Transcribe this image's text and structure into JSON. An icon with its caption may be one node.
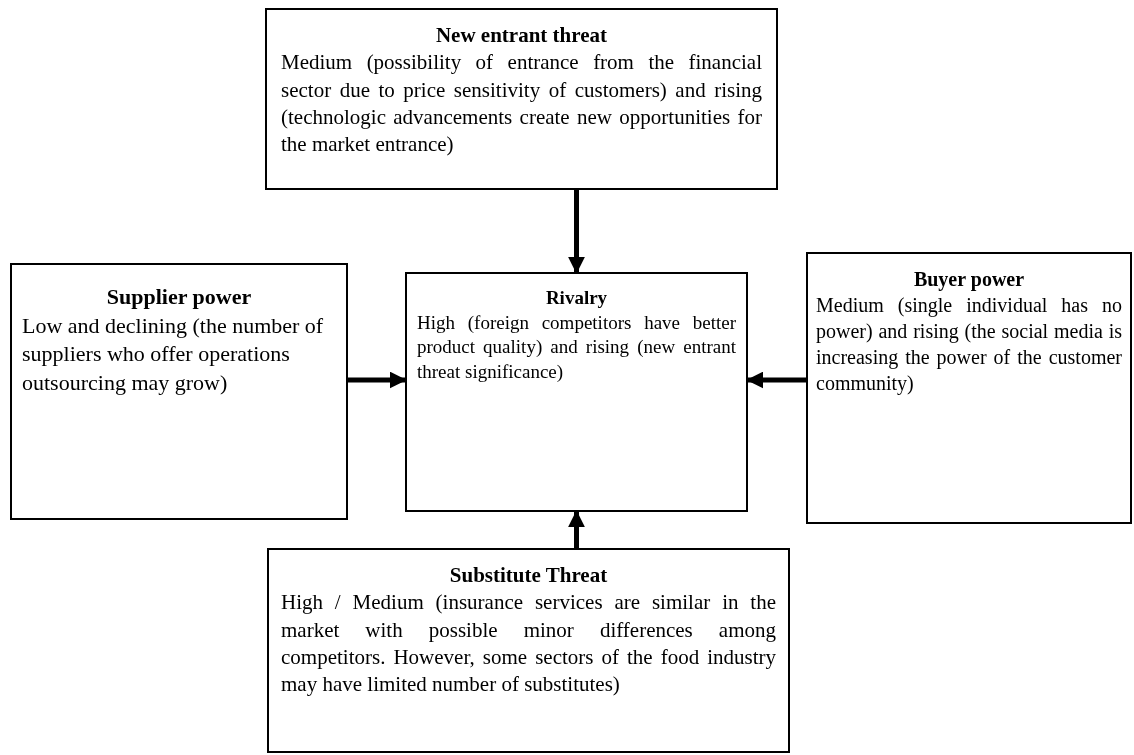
{
  "diagram": {
    "nodes": [
      {
        "text": [
          "New entrant threat",
          "Medium (possibility of entrance from the financial sector due to price sensitivity of customers) and rising (technologic advancements create new opportunities for the market entrance)"
        ]
      },
      {
        "text": [
          "Supplier power",
          "Low and declining (the number of suppliers who offer operations outsourcing may grow)"
        ]
      },
      {
        "text": [
          "Rivalry",
          "High (foreign competitors have better product quality) and rising (new entrant threat significance)"
        ]
      },
      {
        "text": [
          "Buyer power",
          "Medium (single individual has no power) and rising (the social media is increasing the power of the customer community)"
        ]
      },
      {
        "text": [
          "Substitute Threat",
          "High / Medium (insurance services are similar in the market with possible minor differences among competitors. However, some sectors of the food industry may have limited number of substitutes)"
        ]
      }
    ],
    "edges": [
      {
        "from": 0,
        "to": 2,
        "arrow": "to"
      },
      {
        "from": 1,
        "to": 2,
        "arrow": "to"
      },
      {
        "from": 3,
        "to": 2,
        "arrow": "to"
      },
      {
        "from": 4,
        "to": 2,
        "arrow": "to"
      }
    ]
  }
}
